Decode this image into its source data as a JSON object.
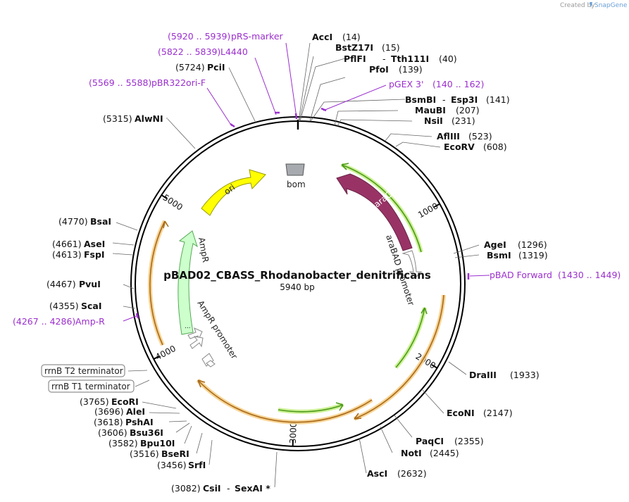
{
  "branding": {
    "created_by": "Created by",
    "app_name": "SnapGene"
  },
  "plasmid": {
    "name": "pBAD02_CBASS_Rhodanobacter_denitrificans",
    "size_label": "5940 bp",
    "length": 5940
  },
  "ticks": [
    {
      "pos": 1000,
      "label": "1000"
    },
    {
      "pos": 2000,
      "label": "2000"
    },
    {
      "pos": 3000,
      "label": "3000"
    },
    {
      "pos": 4000,
      "label": "4000"
    },
    {
      "pos": 5000,
      "label": "5000"
    }
  ],
  "features": [
    {
      "name": "ori",
      "label": "ori",
      "color": "#ffff00",
      "stroke": "#999900",
      "text_color": "#333333"
    },
    {
      "name": "bom",
      "label": "bom",
      "color": "#a7abb0",
      "stroke": "#555555"
    },
    {
      "name": "araC",
      "label": "araC",
      "color": "#993366",
      "stroke": "#6b2347",
      "text_color": "#ffffff"
    },
    {
      "name": "araBAD-promoter",
      "label": "araBAD promoter",
      "color": "#ffffff",
      "stroke": "#888888"
    },
    {
      "name": "AmpR",
      "label": "AmpR",
      "color": "#ccffcc",
      "stroke": "#55aa55"
    },
    {
      "name": "AmpR-promoter",
      "label": "AmpR promoter",
      "color": "#ffffff",
      "stroke": "#888888"
    },
    {
      "name": "rrnB-T1-terminator",
      "label": "rrnB T1 terminator",
      "color": "#ffffff",
      "stroke": "#888888"
    },
    {
      "name": "rrnB-T2-terminator",
      "label": "rrnB T2 terminator",
      "color": "#ffffff",
      "stroke": "#888888"
    }
  ],
  "orf_colors": {
    "green": "#4c9a1a",
    "green_glow": "#c6f08a",
    "orange": "#a86a1a",
    "orange_glow": "#f6cf8a"
  },
  "sites": [
    {
      "id": "AccI",
      "name": "AccI",
      "pos": "(14)"
    },
    {
      "id": "BstZ17I",
      "name": "BstZ17I",
      "pos": "(15)"
    },
    {
      "id": "PflFI",
      "name": "PflFI",
      "sep": "-",
      "name2": "Tth111I",
      "pos": "(40)"
    },
    {
      "id": "PfoI",
      "name": "PfoI",
      "pos": "(139)"
    },
    {
      "id": "BsmBI",
      "name": "BsmBI",
      "sep": "-",
      "name2": "Esp3I",
      "pos": "(141)"
    },
    {
      "id": "MauBI",
      "name": "MauBI",
      "pos": "(207)"
    },
    {
      "id": "NsiI",
      "name": "NsiI",
      "pos": "(231)"
    },
    {
      "id": "AflIII",
      "name": "AflIII",
      "pos": "(523)"
    },
    {
      "id": "EcoRV",
      "name": "EcoRV",
      "pos": "(608)"
    },
    {
      "id": "AgeI",
      "name": "AgeI",
      "pos": "(1296)"
    },
    {
      "id": "BsmI",
      "name": "BsmI",
      "pos": "(1319)"
    },
    {
      "id": "DraIII",
      "name": "DraIII",
      "pos": "(1933)"
    },
    {
      "id": "EcoNI",
      "name": "EcoNI",
      "pos": "(2147)"
    },
    {
      "id": "PaqCI",
      "name": "PaqCI",
      "pos": "(2355)"
    },
    {
      "id": "NotI",
      "name": "NotI",
      "pos": "(2445)"
    },
    {
      "id": "AscI",
      "name": "AscI",
      "pos": "(2632)"
    },
    {
      "id": "CsiI",
      "name": "CsiI",
      "sep": "-",
      "name2": "SexAI *",
      "pos": "(3082)"
    },
    {
      "id": "SrfI",
      "name": "SrfI",
      "pos": "(3456)"
    },
    {
      "id": "BseRI",
      "name": "BseRI",
      "pos": "(3516)"
    },
    {
      "id": "Bpu10I",
      "name": "Bpu10I",
      "pos": "(3582)"
    },
    {
      "id": "Bsu36I",
      "name": "Bsu36I",
      "pos": "(3606)"
    },
    {
      "id": "PshAI",
      "name": "PshAI",
      "pos": "(3618)"
    },
    {
      "id": "AleI",
      "name": "AleI",
      "pos": "(3696)"
    },
    {
      "id": "EcoRI",
      "name": "EcoRI",
      "pos": "(3765)"
    },
    {
      "id": "ScaI",
      "name": "ScaI",
      "pos": "(4355)"
    },
    {
      "id": "PvuI",
      "name": "PvuI",
      "pos": "(4467)"
    },
    {
      "id": "FspI",
      "name": "FspI",
      "pos": "(4613)"
    },
    {
      "id": "AseI",
      "name": "AseI",
      "pos": "(4661)"
    },
    {
      "id": "BsaI",
      "name": "BsaI",
      "pos": "(4770)"
    },
    {
      "id": "AlwNI",
      "name": "AlwNI",
      "pos": "(5315)"
    },
    {
      "id": "PciI",
      "name": "PciI",
      "pos": "(5724)"
    }
  ],
  "primers": [
    {
      "id": "pRS-marker",
      "name": "pRS-marker",
      "range": "(5920 .. 5939)"
    },
    {
      "id": "L4440",
      "name": "L4440",
      "range": "(5822 .. 5839)"
    },
    {
      "id": "pBR322ori-F",
      "name": "pBR322ori-F",
      "range": "(5569 .. 5588)"
    },
    {
      "id": "pGEX-3",
      "name": "pGEX 3'",
      "range": "(140 .. 162)"
    },
    {
      "id": "pBAD-Forward",
      "name": "pBAD Forward",
      "range": "(1430 .. 1449)"
    },
    {
      "id": "Amp-R",
      "name": "Amp-R",
      "range": "(4267 .. 4286)"
    }
  ]
}
